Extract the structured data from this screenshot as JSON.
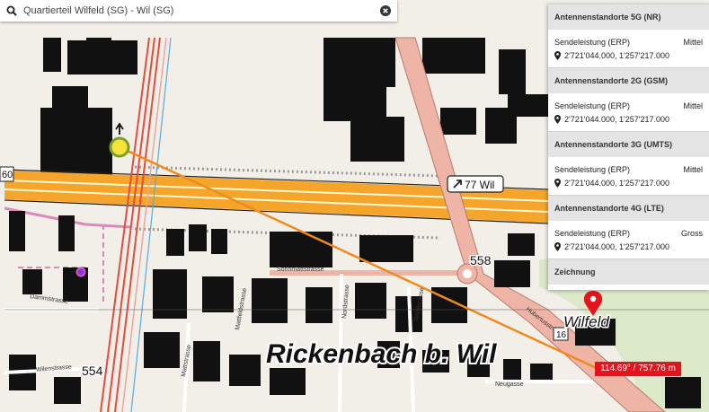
{
  "search": {
    "value": "Quartierteil Wilfeld (SG) - Wil (SG)",
    "placeholder": "",
    "search_icon": "search-icon",
    "clear_icon": "close-circle-icon"
  },
  "panel": {
    "sections": [
      {
        "title": "Antennenstandorte 5G (NR)",
        "label": "Sendeleistung (ERP)",
        "value": "Mittel",
        "coords": "2'721'044.000, 1'257'217.000"
      },
      {
        "title": "Antennenstandorte 2G (GSM)",
        "label": "Sendeleistung (ERP)",
        "value": "Mittel",
        "coords": "2'721'044.000, 1'257'217.000"
      },
      {
        "title": "Antennenstandorte 3G (UMTS)",
        "label": "Sendeleistung (ERP)",
        "value": "Mittel",
        "coords": "2'721'044.000, 1'257'217.000"
      },
      {
        "title": "Antennenstandorte 4G (LTE)",
        "label": "Sendeleistung (ERP)",
        "value": "Gross",
        "coords": "2'721'044.000, 1'257'217.000"
      }
    ],
    "last_section": "Zeichnung",
    "pin_icon": "map-pin-icon"
  },
  "map": {
    "place_large": "Rickenbach b. Wil",
    "place_small": "Wilfeld",
    "road_sign": "77 Wil",
    "route_number": "16",
    "elevation_558": "558",
    "elevation_554": "554",
    "left_edge_number": "60",
    "streets": {
      "sonnmatt": "Sonnmattstrasse",
      "damm": "Dammstrasse",
      "wilen": "Wilenstrasse",
      "matt": "Mattstrasse",
      "mattfeld": "Mattfeldstrasse",
      "nord1": "Nordstrasse",
      "nord2": "Nordstrasse",
      "neu": "Neugasse",
      "hubertus": "Hubertusstr."
    },
    "measurement": "114.69° / 757.76 m",
    "colors": {
      "highway": "#f4a52a",
      "main_road": "#eeb4a6",
      "rail": "#e64b3c",
      "measure_line": "#f08a1c",
      "accent_red": "#e8121c"
    }
  }
}
